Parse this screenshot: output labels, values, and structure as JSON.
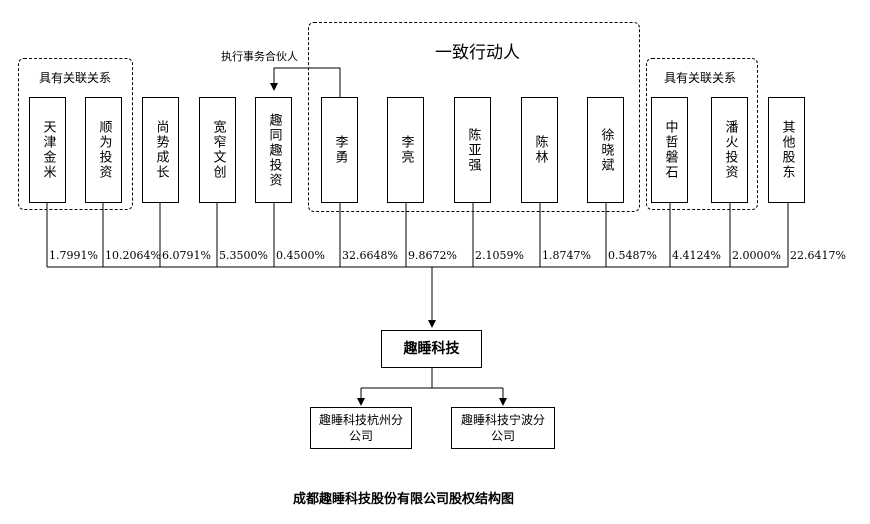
{
  "groups": {
    "related_left": "具有关联关系",
    "related_right": "具有关联关系",
    "concert": "一致行动人",
    "executive_partner": "执行事务合伙人"
  },
  "shareholders": [
    {
      "name": "天津金米",
      "pct": "1.7991%"
    },
    {
      "name": "顺为投资",
      "pct": "10.2064%"
    },
    {
      "name": "尚势成长",
      "pct": "6.0791%"
    },
    {
      "name": "宽窄文创",
      "pct": "5.3500%"
    },
    {
      "name": "趣同趣投资",
      "pct": "0.4500%"
    },
    {
      "name": "李勇",
      "pct": "32.6648%"
    },
    {
      "name": "李亮",
      "pct": "9.8672%"
    },
    {
      "name": "陈亚强",
      "pct": "2.1059%"
    },
    {
      "name": "陈林",
      "pct": "1.8747%"
    },
    {
      "name": "徐晓斌",
      "pct": "0.5487%"
    },
    {
      "name": "中哲磐石",
      "pct": "4.4124%"
    },
    {
      "name": "潘火投资",
      "pct": "2.0000%"
    },
    {
      "name": "其他股东",
      "pct": "22.6417%"
    }
  ],
  "company": "趣睡科技",
  "branches": [
    "趣睡科技杭州分公司",
    "趣睡科技宁波分公司"
  ],
  "caption": "成都趣睡科技股份有限公司股权结构图"
}
